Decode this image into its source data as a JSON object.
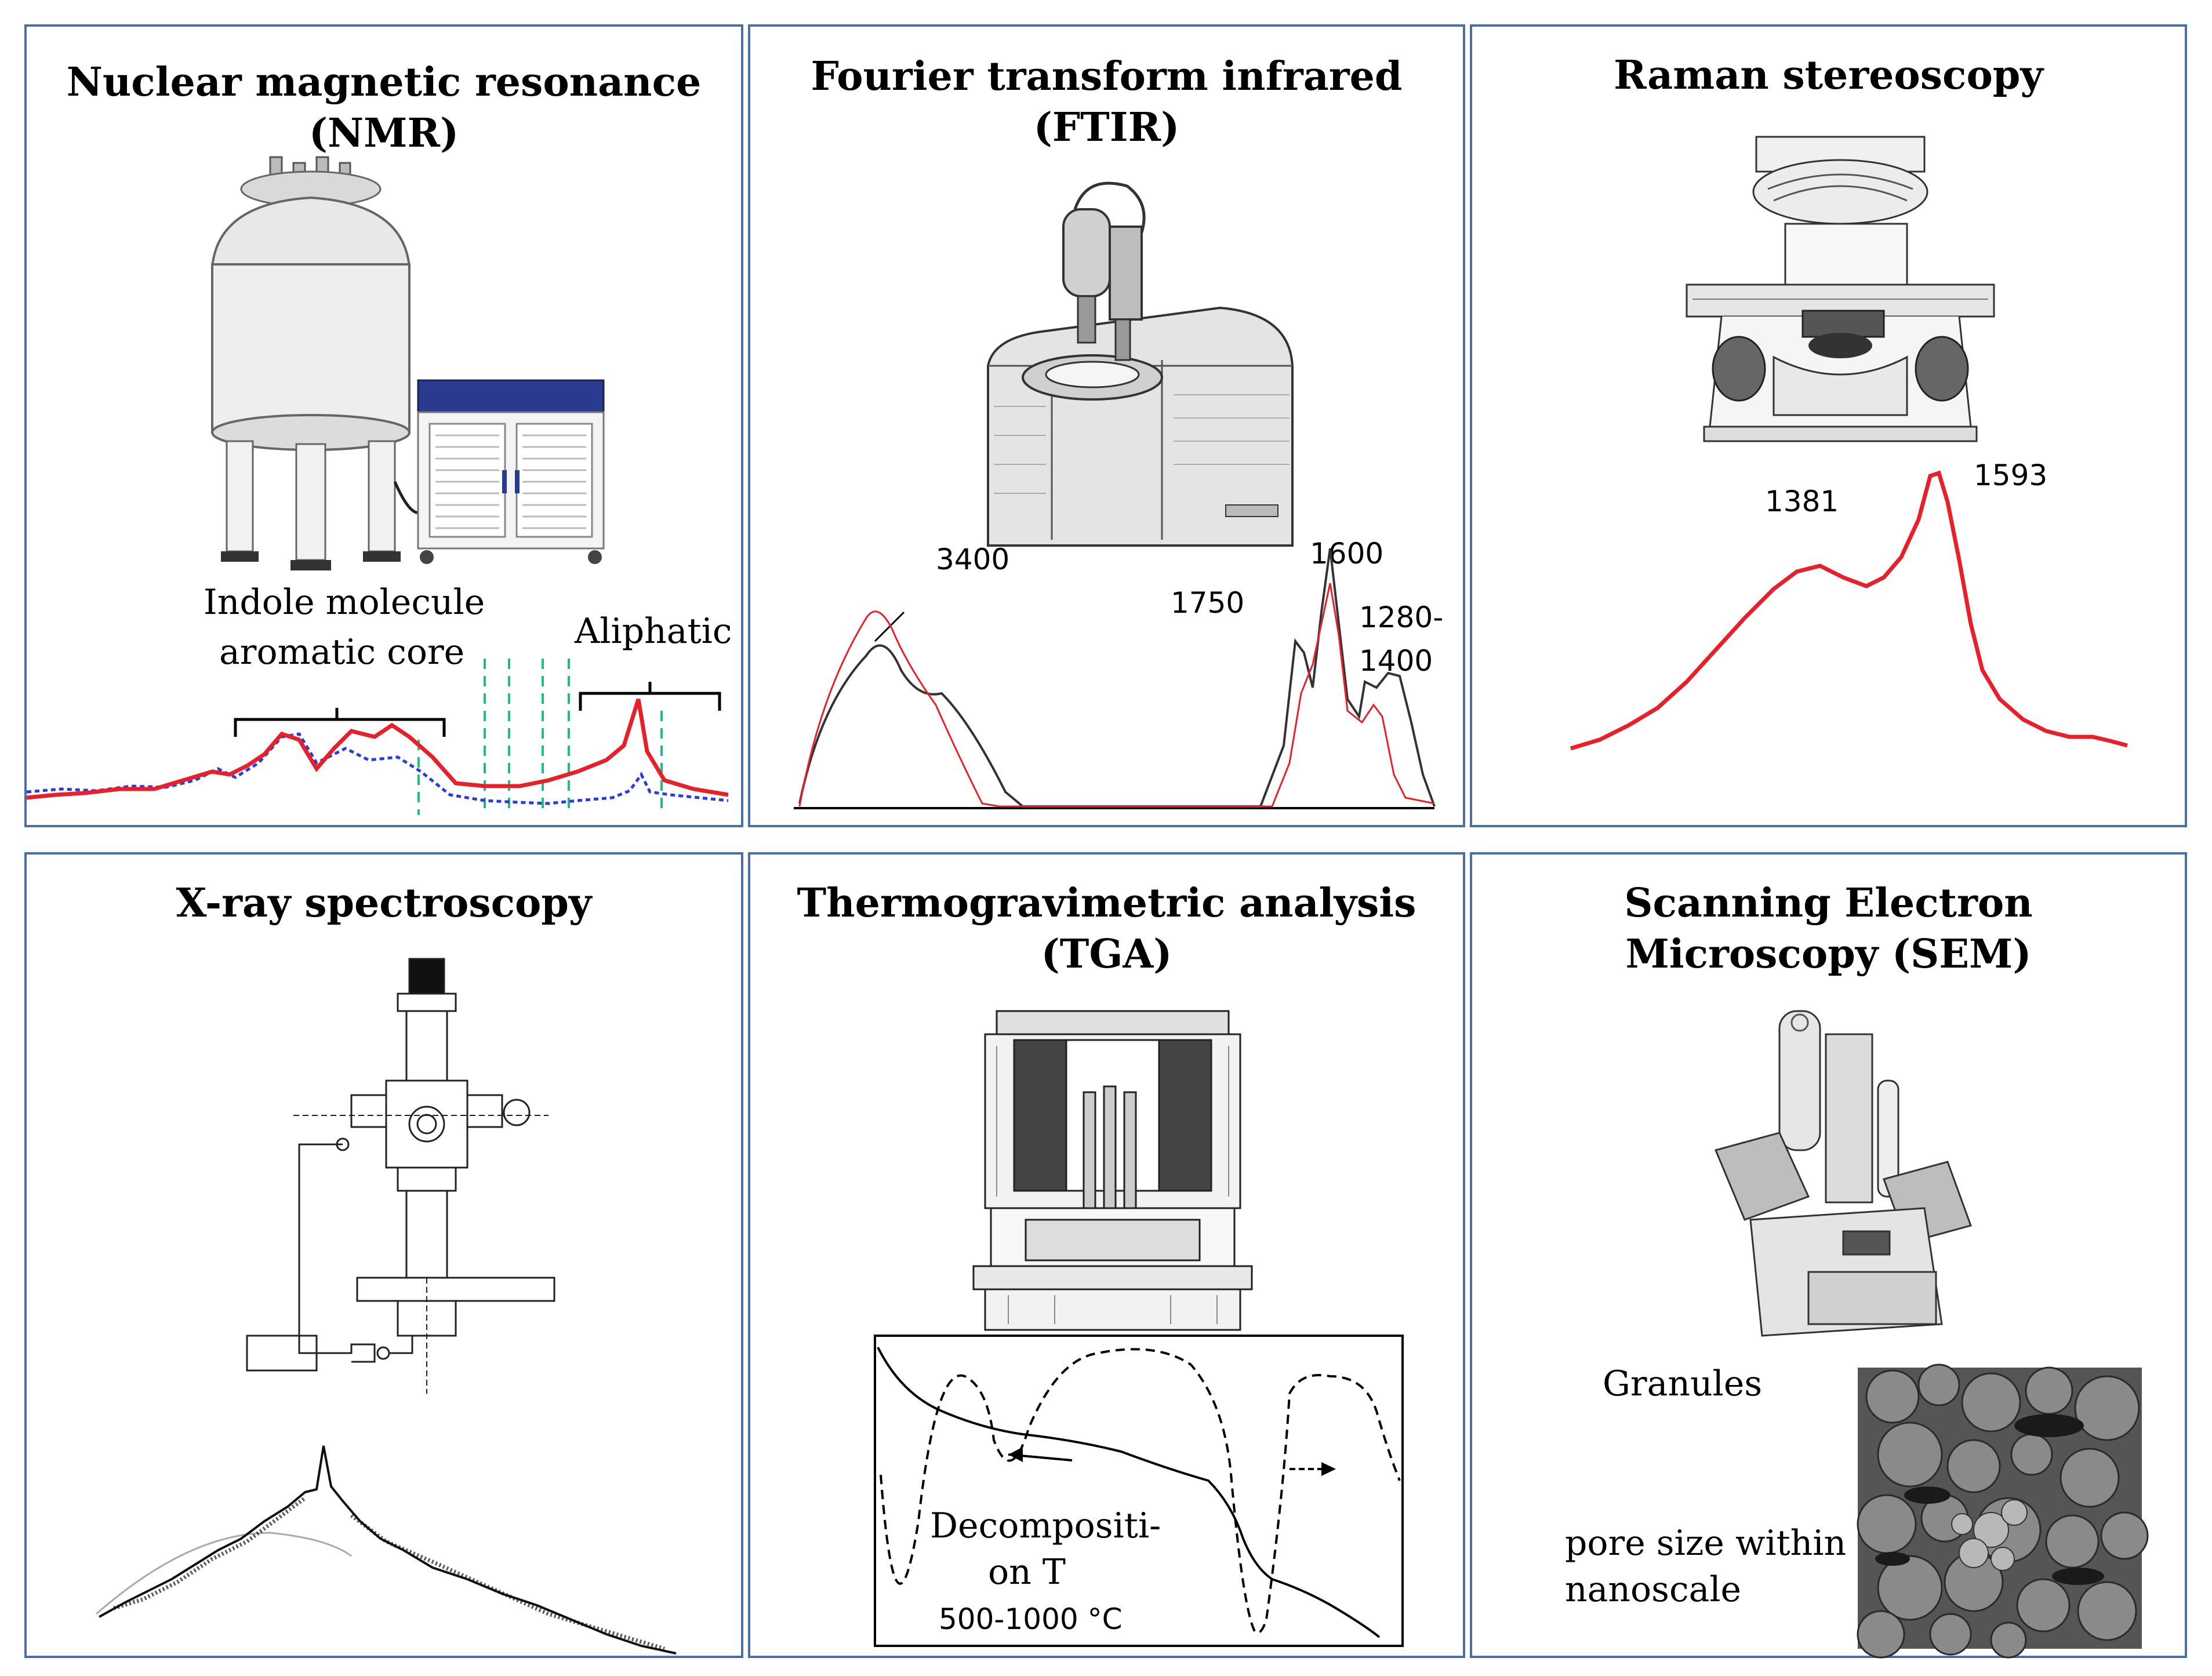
{
  "panels": {
    "nmr": {
      "title_line1": "Nuclear magnetic resonance",
      "title_line2": "(NMR)",
      "label_indole_line1": "Indole molecule",
      "label_indole_line2": "aromatic core",
      "label_aliphatic": "Aliphatic"
    },
    "ftir": {
      "title_line1": "Fourier transform infrared",
      "title_line2": "(FTIR)",
      "peak_3400": "3400",
      "peak_1750": "1750",
      "peak_1600": "1600",
      "peak_1280_line1": "1280-",
      "peak_1280_line2": "1400"
    },
    "raman": {
      "title": "Raman stereoscopy",
      "peak_1381": "1381",
      "peak_1593": "1593"
    },
    "xray": {
      "title": "X-ray spectroscopy"
    },
    "tga": {
      "title_line1": "Thermogravimetric analysis",
      "title_line2": "(TGA)",
      "label_line1": "Decompositi-",
      "label_line2": "on T",
      "label_range": "500-1000  °C"
    },
    "sem": {
      "title_line1": "Scanning Electron",
      "title_line2": "Microscopy (SEM)",
      "label_granules": "Granules",
      "label_pore_line1": "pore size within",
      "label_pore_line2": "nanoscale"
    }
  },
  "colors": {
    "border": "#4a6fa5",
    "red_curve": "#e8202a",
    "blue_curve": "#2a3be0",
    "green_dash": "#1fbf7f"
  }
}
